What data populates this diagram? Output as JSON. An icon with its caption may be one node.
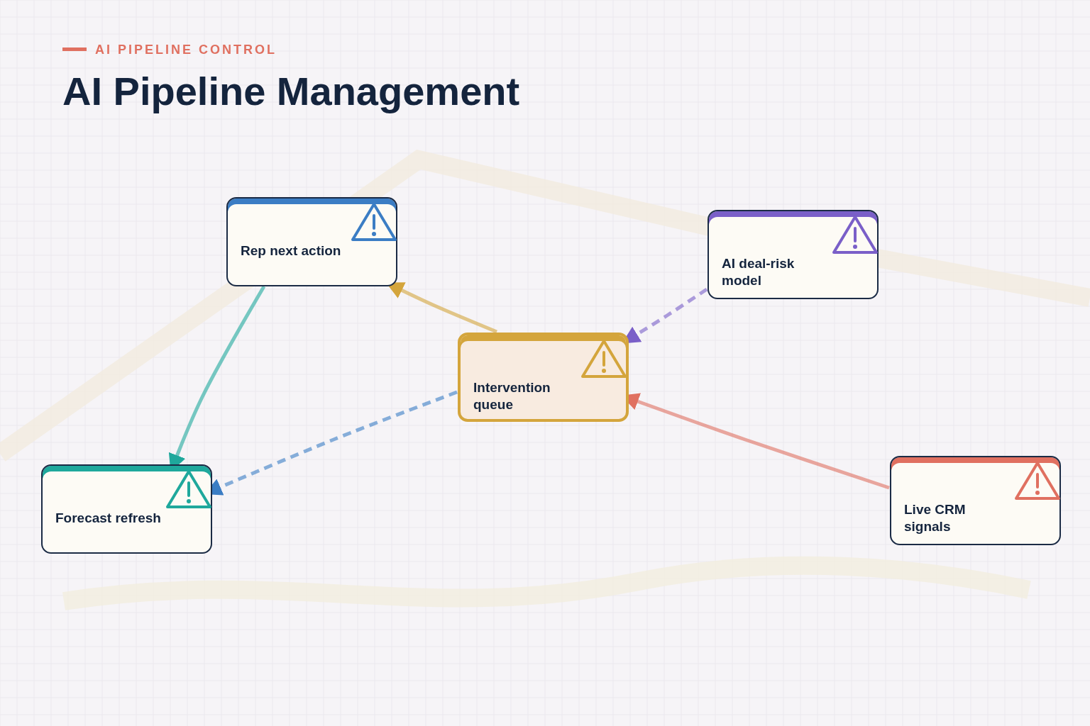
{
  "diagram": {
    "title": "AI Pipeline Management",
    "nodes": [
      {
        "text": [
          "Rep next action"
        ]
      },
      {
        "text": [
          "AI deal-risk model"
        ]
      },
      {
        "text": [
          "Intervention queue"
        ]
      },
      {
        "text": [
          "Forecast refresh"
        ]
      },
      {
        "text": [
          "Live CRM signals"
        ]
      }
    ],
    "edges": [
      {
        "from": 0,
        "to": 3,
        "arrow": "to",
        "color": "#1fa89c"
      },
      {
        "from": 2,
        "to": 0,
        "arrow": "to",
        "color": "#d4a53c"
      },
      {
        "from": 1,
        "to": 2,
        "arrow": "to",
        "style": "dashed",
        "color": "#7a5fc8"
      },
      {
        "from": 2,
        "to": 3,
        "arrow": "to",
        "style": "dashed",
        "color": "#3b7dc4"
      },
      {
        "from": 4,
        "to": 2,
        "arrow": "to",
        "color": "#e07060"
      }
    ],
    "labels": [
      "AI PIPELINE CONTROL"
    ]
  }
}
